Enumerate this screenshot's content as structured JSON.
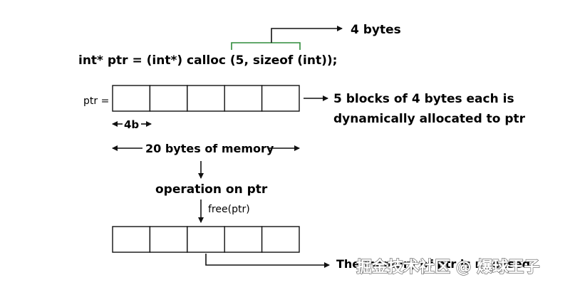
{
  "code_line": "int* ptr = (int*) calloc (5, sizeof (int));",
  "top_label": "4 bytes",
  "ptr_label": "ptr =",
  "blocks_count": 5,
  "right_note": {
    "line1": "5 blocks of 4 bytes each is",
    "line2": "dynamically allocated to ptr"
  },
  "block_size_label": "4b",
  "total_label": "20 bytes of memory",
  "operation_label": "operation on ptr",
  "free_label": "free(ptr)",
  "bottom_label": "The memory of ptr is released",
  "watermark": "掘金技术社区 @ 爆球王子",
  "colors": {
    "bracket": "#2e8b3a",
    "stroke": "#111111"
  }
}
